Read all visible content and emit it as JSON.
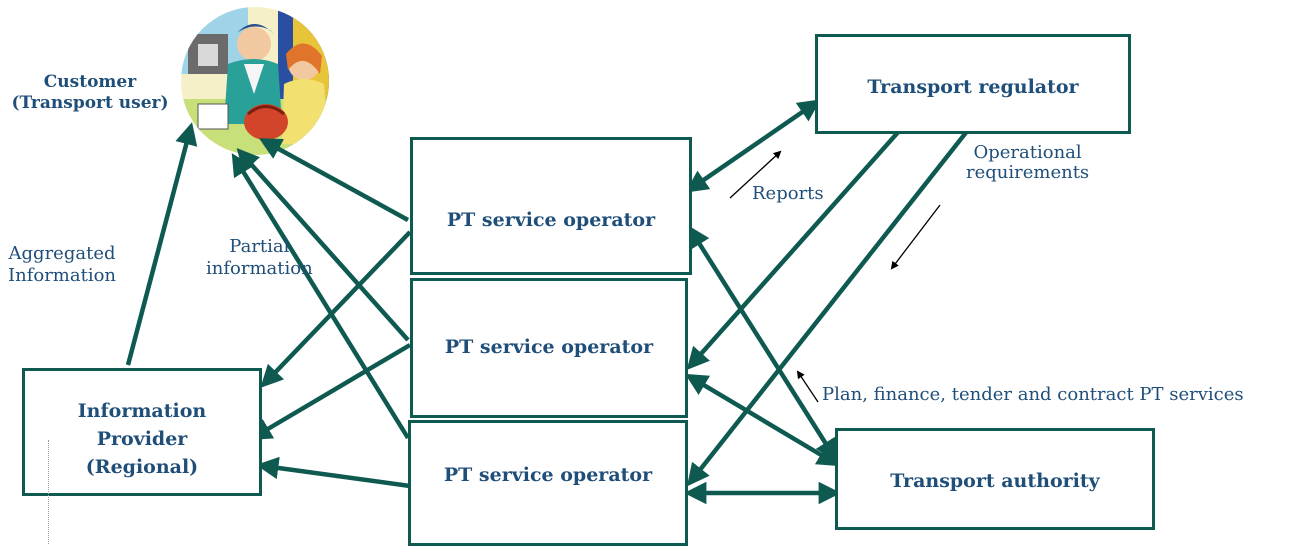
{
  "nodes": {
    "customer": "Customer\n(Transport user)",
    "regulator": "Transport regulator",
    "operator_1": "PT service operator",
    "operator_2": "PT service operator",
    "operator_3": "PT service operator",
    "info_provider": "Information\nProvider\n(Regional)",
    "authority": "Transport authority"
  },
  "edge_labels": {
    "aggregated": "Aggregated\nInformation",
    "partial": "Partial\ninformation",
    "reports": "Reports",
    "operational": "Operational\nrequirements",
    "plan": "Plan, finance, tender and contract PT services"
  },
  "colors": {
    "arrow": "#0f5a50",
    "text": "#1f4e79",
    "small_arrow": "#000000"
  },
  "icons": {
    "customer_clipart": "customer-clipart-icon"
  }
}
